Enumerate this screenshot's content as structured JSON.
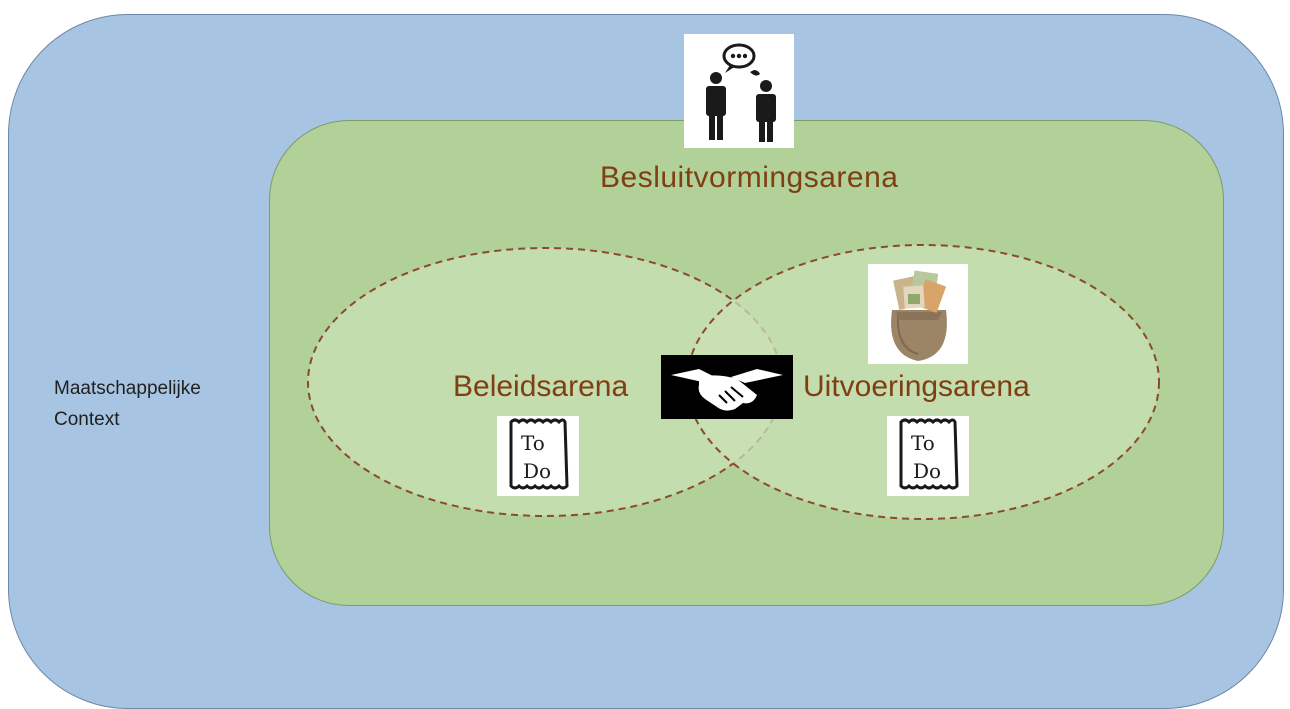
{
  "outer_context": {
    "label": "Maatschappelijke\nContext"
  },
  "decision_arena": {
    "label": "Besluitvormingsarena"
  },
  "policy_arena": {
    "label": "Beleidsarena"
  },
  "execution_arena": {
    "label": "Uitvoeringsarena"
  },
  "icons": {
    "top": "conversation-icon",
    "money": "money-bag-icon",
    "handshake": "handshake-icon",
    "todo_left": "todo-note-icon",
    "todo_right": "todo-note-icon"
  },
  "todo_note": {
    "line1": "To",
    "line2": "Do"
  },
  "colors": {
    "outer_fill": "#a7c5e2",
    "inner_fill": "#b1d198",
    "ellipse_fill": "#c9e0b6",
    "ellipse_stroke": "#8b4a2b",
    "label_text": "#7f3f12"
  }
}
